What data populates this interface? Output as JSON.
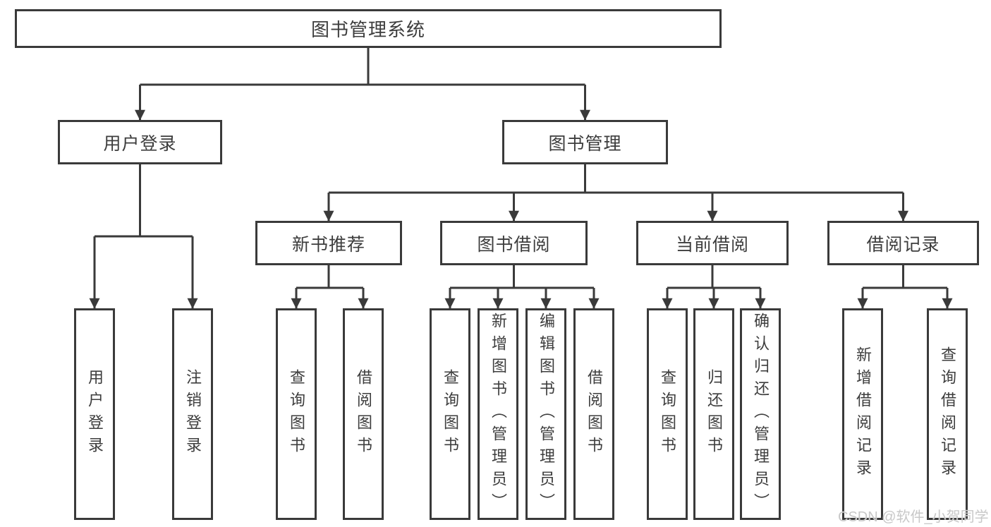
{
  "diagram": {
    "title_node": "图书管理系统",
    "colors": {
      "line": "#3a3a3a",
      "node_border": "#3a3a3a",
      "node_text": "#3d3d3d",
      "node_fill": "#ffffff",
      "watermark_text_color": "#c8c8c8"
    },
    "tree": {
      "root": {
        "label": "图书管理系统"
      },
      "branches": [
        {
          "label": "用户登录",
          "children": [
            {
              "label": "用户登录"
            },
            {
              "label": "注销登录"
            }
          ]
        },
        {
          "label": "图书管理",
          "groups": [
            {
              "label": "新书推荐",
              "children": [
                {
                  "label": "查询图书"
                },
                {
                  "label": "借阅图书"
                }
              ]
            },
            {
              "label": "图书借阅",
              "children": [
                {
                  "label": "查询图书"
                },
                {
                  "label": "新增图书（管理员）"
                },
                {
                  "label": "编辑图书（管理员）"
                },
                {
                  "label": "借阅图书"
                }
              ]
            },
            {
              "label": "当前借阅",
              "children": [
                {
                  "label": "查询图书"
                },
                {
                  "label": "归还图书"
                },
                {
                  "label": "确认归还（管理员）"
                }
              ]
            },
            {
              "label": "借阅记录",
              "children": [
                {
                  "label": "新增借阅记录"
                },
                {
                  "label": "查询借阅记录"
                }
              ]
            }
          ]
        }
      ]
    },
    "watermark": "CSDN @软件_小贺同学"
  }
}
